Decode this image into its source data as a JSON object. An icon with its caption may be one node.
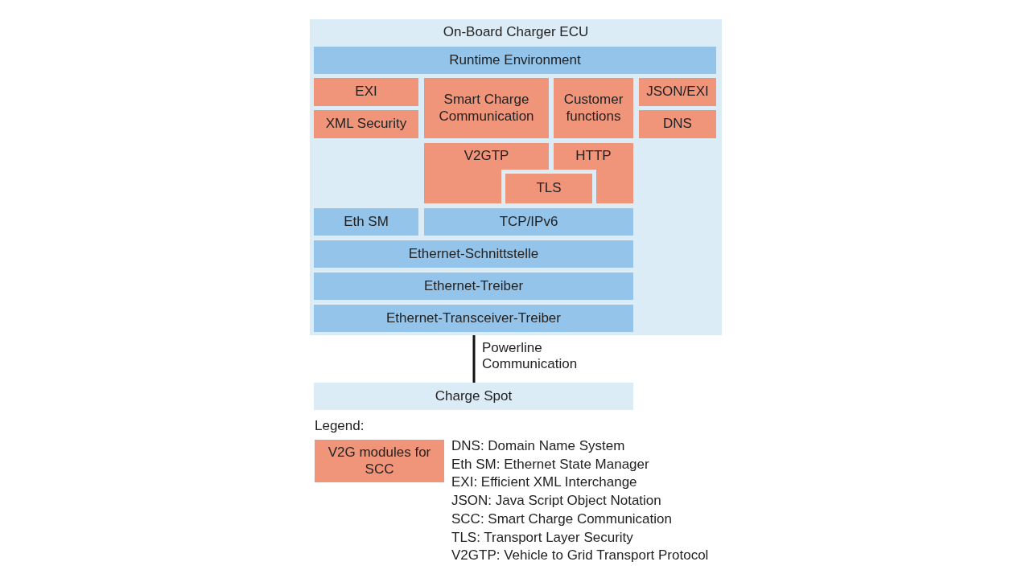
{
  "diagram": {
    "nodes": [
      {
        "text": [
          "On-Board Charger ECU"
        ]
      },
      {
        "text": [
          "Runtime Environment"
        ],
        "in": 0
      },
      {
        "text": [
          "EXI"
        ],
        "in": 0
      },
      {
        "text": [
          "Smart Charge Communication"
        ],
        "in": 0
      },
      {
        "text": [
          "Customer functions"
        ],
        "in": 0
      },
      {
        "text": [
          "JSON/EXI"
        ],
        "in": 0
      },
      {
        "text": [
          "XML Security"
        ],
        "in": 0
      },
      {
        "text": [
          "DNS"
        ],
        "in": 0
      },
      {
        "text": [
          "V2GTP"
        ],
        "in": 0
      },
      {
        "text": [
          "HTTP"
        ],
        "in": 0
      },
      {
        "text": [
          "TLS"
        ],
        "in": 0
      },
      {
        "text": [
          "Eth SM"
        ],
        "in": 0
      },
      {
        "text": [
          "TCP/IPv6"
        ],
        "in": 0
      },
      {
        "text": [
          "Ethernet-Schnittstelle"
        ],
        "in": 0
      },
      {
        "text": [
          "Ethernet-Treiber"
        ],
        "in": 0
      },
      {
        "text": [
          "Ethernet-Transceiver-Treiber"
        ],
        "in": 0
      },
      {
        "text": [
          "Charge Spot"
        ]
      }
    ],
    "edges": [
      {
        "from": 0,
        "to": 16,
        "arrow": "none",
        "label": "Powerline Communication"
      }
    ],
    "labels": [
      "Legend:",
      "DNS: Domain Name System",
      "Eth SM: Ethernet State Manager",
      "EXI: Efficient XML Interchange",
      "JSON: Java Script Object Notation",
      "SCC: Smart Charge Communication",
      "TLS: Transport Layer Security",
      "V2GTP: Vehicle to Grid Transport Protocol"
    ],
    "legend": [
      {
        "text": "V2G modules for SCC",
        "color": "#f0957a"
      }
    ]
  }
}
